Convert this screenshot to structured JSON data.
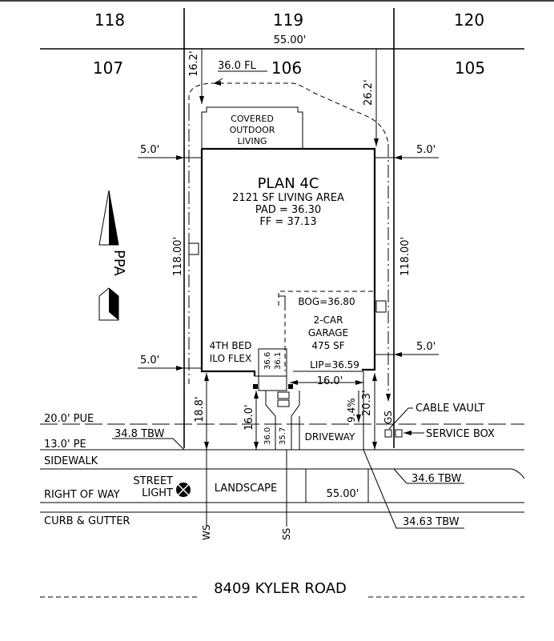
{
  "lots": {
    "top_left": "118",
    "top_mid": "119",
    "top_right": "120",
    "left": "107",
    "subject": "106",
    "right": "105"
  },
  "dims": {
    "rear_width": "55.00'",
    "front_width": "55.00'",
    "rear_left_setback": "16.2'",
    "rear_right_setback": "26.2'",
    "left_side_setback": "5.0'",
    "right_side_setback": "5.0'",
    "left_side_setback_lower": "5.0'",
    "right_side_setback_lower": "5.0'",
    "left_depth": "118.00'",
    "right_depth": "118.00'",
    "front_setback_left": "18.8'",
    "front_setback_mid": "16.0'",
    "front_setback_right": "20.3'",
    "garage_width": "16.0'",
    "driveway_slope": "9.4%"
  },
  "labels": {
    "fl": "36.0 FL",
    "covered_line1": "COVERED",
    "covered_line2": "OUTDOOR",
    "covered_line3": "LIVING",
    "plan_name": "PLAN 4C",
    "living_area": "2121 SF LIVING AREA",
    "pad": "PAD = 36.30",
    "ff": "FF = 37.13",
    "bog": "BOG=36.80",
    "garage_line1": "2-CAR",
    "garage_line2": "GARAGE",
    "garage_line3": "475 SF",
    "lip": "LIP=36.59",
    "bed_line1": "4TH BED",
    "bed_line2": "ILO FLEX",
    "elev_366": "36.6",
    "elev_361": "36.1",
    "elev_360": "36.0",
    "elev_357": "35.7",
    "pue": "20.0' PUE",
    "pe": "13.0' PE",
    "tbw_left": "34.8 TBW",
    "tbw_right": "34.6 TBW",
    "tbw_bottom": "34.63 TBW",
    "driveway": "DRIVEWAY",
    "sidewalk": "SIDEWALK",
    "right_of_way": "RIGHT OF WAY",
    "street": "STREET",
    "light": "LIGHT",
    "landscape": "LANDSCAPE",
    "curb": "CURB & GUTTER",
    "ws": "WS",
    "ss": "SS",
    "gs": "GS",
    "cable_vault": "CABLE VAULT",
    "service_box": "SERVICE BOX",
    "north": "PPA",
    "address": "8409 KYLER ROAD"
  }
}
